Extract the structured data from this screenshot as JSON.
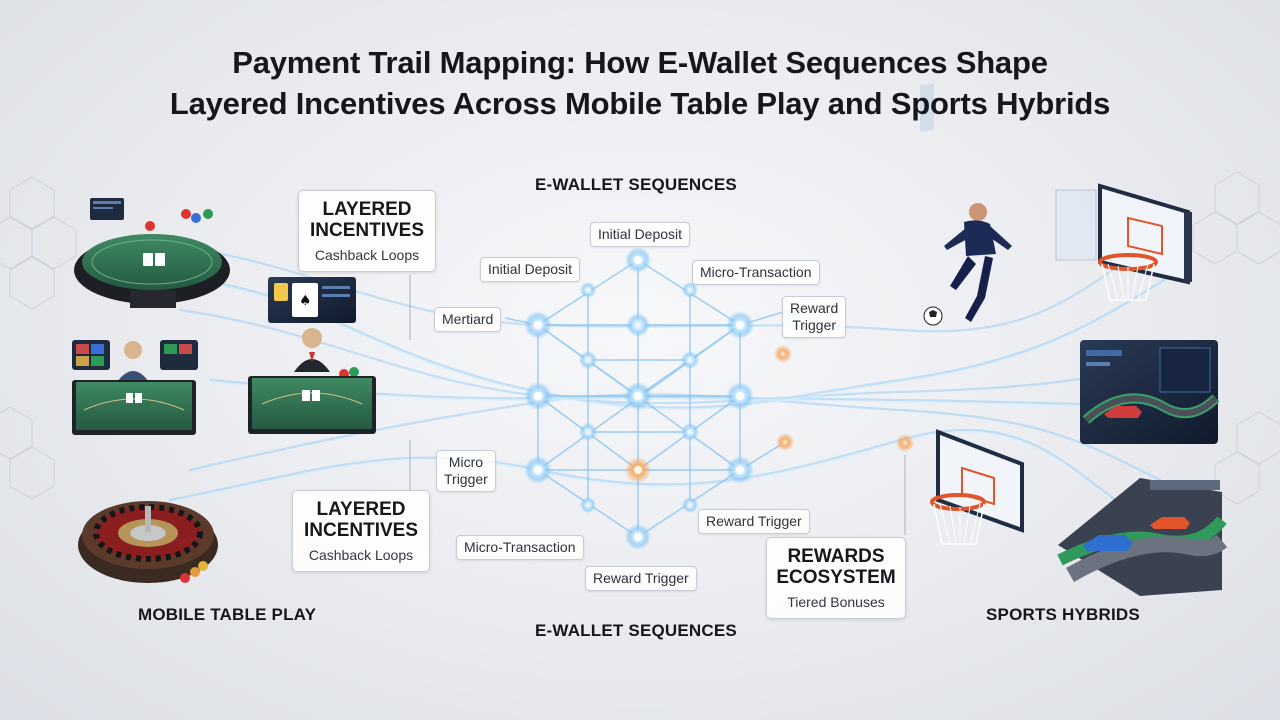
{
  "title": {
    "line1": "Payment Trail Mapping: How E-Wallet Sequences Shape",
    "line2": "Layered Incentives Across Mobile Table Play and Sports Hybrids"
  },
  "headings": {
    "top_center": "E-WALLET SEQUENCES",
    "bottom_center": "E-WALLET SEQUENCES",
    "left": "MOBILE TABLE PLAY",
    "right": "SPORTS HYBRIDS"
  },
  "cards": {
    "incentives_top": {
      "title_line1": "LAYERED",
      "title_line2": "INCENTIVES",
      "subtitle": "Cashback Loops"
    },
    "incentives_bottom": {
      "title_line1": "LAYERED",
      "title_line2": "INCENTIVES",
      "subtitle": "Cashback Loops"
    },
    "rewards": {
      "title_line1": "REWARDS",
      "title_line2": "ECOSYSTEM",
      "subtitle": "Tiered Bonuses"
    }
  },
  "node_labels": {
    "initial_deposit_top": "Initial Deposit",
    "initial_deposit_left": "Initial Deposit",
    "micro_transaction_top": "Micro-Transaction",
    "reward_trigger_right_line1": "Reward",
    "reward_trigger_right_line2": "Trigger",
    "merchant": "Mertiard",
    "micro_trigger_line1": "Micro",
    "micro_trigger_line2": "Trigger",
    "reward_trigger_mid": "Reward Trigger",
    "micro_transaction_bottom": "Micro-Transaction",
    "reward_trigger_bottom": "Reward Trigger"
  },
  "colors": {
    "accent_blue": "#5fb4f0",
    "node_glow": "#9fd6ff",
    "accent_orange": "#f2a35e",
    "felt_green": "#2f6b4f"
  },
  "icons": [
    "poker-table-icon",
    "blackjack-table-icon",
    "dealer-table-icon",
    "roulette-wheel-icon",
    "soccer-player-icon",
    "basketball-hoop-icon",
    "racing-screen-icon",
    "race-track-icon"
  ]
}
